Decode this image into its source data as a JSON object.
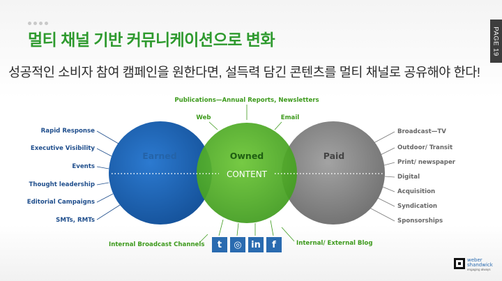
{
  "slide": {
    "title": "멀티 채널 기반 커뮤니케이션으로 변화",
    "subtitle": "성공적인 소비자 참여 캠페인을 원한다면, 설득력 담긴 콘텐츠를 멀티 채널로 공유해야 한다!",
    "page_label": "PAGE 19"
  },
  "diagram": {
    "circles": {
      "earned": "Earned",
      "owned": "Owned",
      "paid": "Paid"
    },
    "center_label": "CONTENT",
    "top_labels": {
      "publications": "Publications—Annual Reports, Newsletters",
      "web": "Web",
      "email": "Email"
    },
    "earned_items": [
      "Rapid Response",
      "Executive Visibility",
      "Events",
      "Thought leadership",
      "Editorial Campaigns",
      "SMTs, RMTs"
    ],
    "paid_items": [
      "Broadcast—TV",
      "Outdoor/ Transit",
      "Print/ newspaper",
      "Digital",
      "Acquisition",
      "Syndication",
      "Sponsorships"
    ],
    "bottom_labels": {
      "internal_broadcast": "Internal Broadcast Channels",
      "internal_external_blog": "Internal/ External Blog"
    },
    "colors": {
      "earned": "#1d5fa8",
      "owned": "#5bb02a",
      "paid": "#8a8a8a",
      "label_blue": "#1f4e8c",
      "label_green": "#3d9a1c",
      "label_gray": "#666666"
    }
  },
  "social_icons": [
    {
      "name": "twitter-icon",
      "glyph": "t"
    },
    {
      "name": "instagram-icon",
      "glyph": "◎"
    },
    {
      "name": "linkedin-icon",
      "glyph": "in"
    },
    {
      "name": "facebook-icon",
      "glyph": "f"
    }
  ],
  "logo": {
    "line1": "weber",
    "line2": "shandwick",
    "tagline": "engaging always"
  }
}
